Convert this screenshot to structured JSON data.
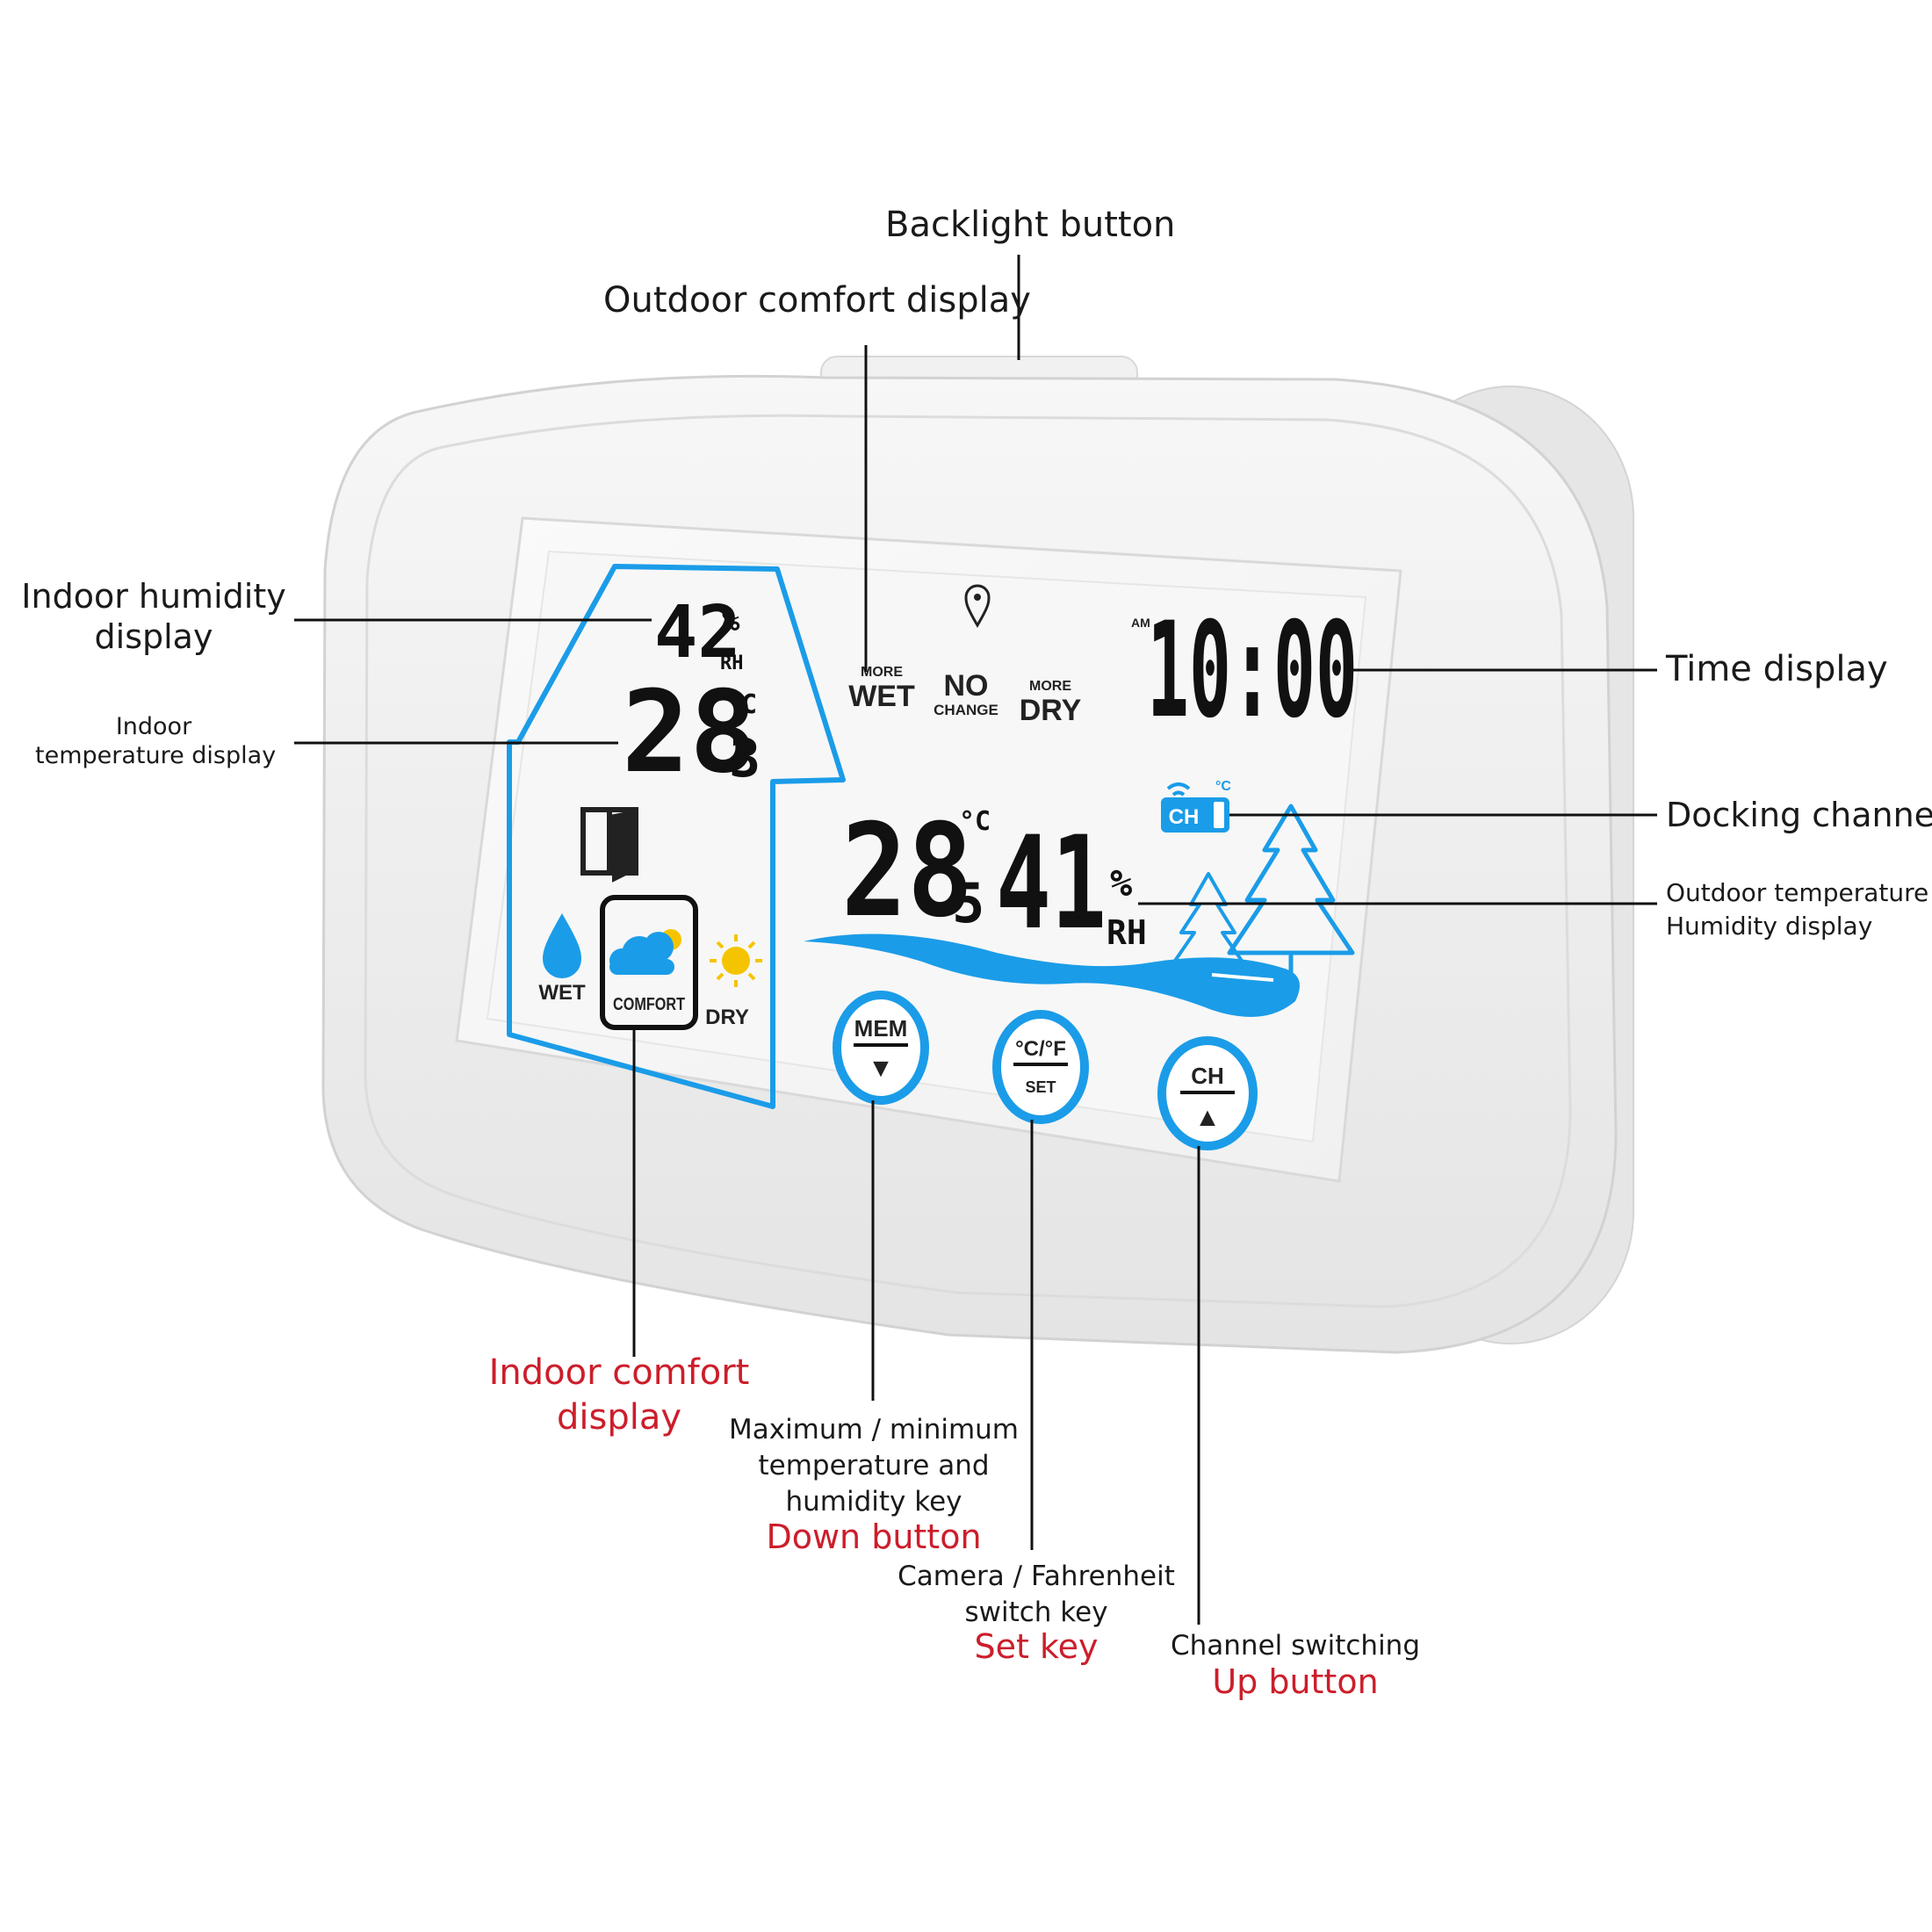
{
  "labels": {
    "backlight_button": "Backlight button",
    "outdoor_comfort": "Outdoor comfort display",
    "indoor_humidity": [
      "Indoor humidity",
      "display"
    ],
    "indoor_temperature": [
      "Indoor",
      "temperature display"
    ],
    "time_display": "Time display",
    "docking_channel": "Docking channel",
    "outdoor_temp_humidity": [
      "Outdoor temperature",
      "Humidity display"
    ],
    "indoor_comfort": [
      "Indoor comfort",
      "display"
    ],
    "mem_key": [
      "Maximum / minimum",
      "temperature and",
      "humidity key"
    ],
    "down_button": "Down button",
    "unit_key": [
      "Camera / Fahrenheit",
      "switch key"
    ],
    "set_key": "Set key",
    "channel_switching": "Channel switching",
    "up_button": "Up button"
  },
  "lcd": {
    "indoor_humidity": "42",
    "percent": "%",
    "rh": "RH",
    "indoor_temp_int": "28",
    "indoor_temp_dec": "3",
    "deg_c": "°C",
    "time_am": "AM",
    "time": "10:00",
    "outdoor_temp_int": "28",
    "outdoor_temp_dec": "5",
    "outdoor_humidity": "41",
    "ch": "CH",
    "forecast": {
      "more_wet_small": "MORE",
      "more_wet_big": "WET",
      "no_big": "NO",
      "no_small": "CHANGE",
      "more_dry_small": "MORE",
      "more_dry_big": "DRY"
    },
    "comfort": {
      "wet": "WET",
      "comfort": "COMFORT",
      "dry": "DRY"
    }
  },
  "buttons": {
    "mem": {
      "top": "MEM",
      "bottom": "▼"
    },
    "unit": {
      "top": "°C/°F",
      "bottom": "SET"
    },
    "ch": {
      "top": "CH",
      "bottom": "▲"
    }
  },
  "colors": {
    "accent_blue": "#1b9ce8",
    "annotation_red": "#cc1e2b"
  }
}
